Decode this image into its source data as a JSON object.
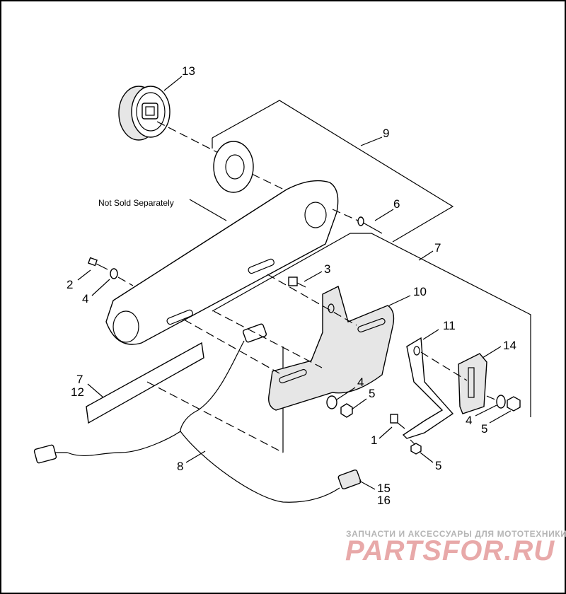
{
  "diagram": {
    "note": "Not Sold Separately",
    "callouts": {
      "c13": "13",
      "c9": "9",
      "c6": "6",
      "c7a": "7",
      "c2": "2",
      "c4a": "4",
      "c3": "3",
      "c10": "10",
      "c11": "11",
      "c14": "14",
      "c7b": "7",
      "c12": "12",
      "c4b": "4",
      "c5a": "5",
      "c1": "1",
      "c4c": "4",
      "c5b": "5",
      "c5c": "5",
      "c8": "8",
      "c15": "15",
      "c16": "16"
    }
  },
  "watermark": {
    "caption": "ЗАПЧАСТИ И АКСЕССУАРЫ ДЛЯ МОТОТЕХНИКИ",
    "logo": "PARTSFOR.RU",
    "caption_color": "#b5b5b5",
    "logo_color": "#e8a9a9"
  }
}
